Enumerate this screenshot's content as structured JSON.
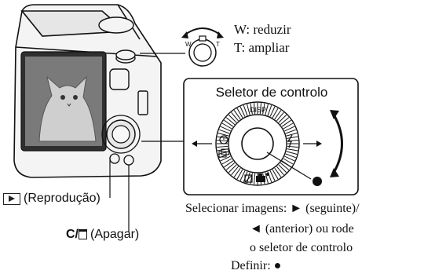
{
  "zoom": {
    "w_label": "W: reduzir",
    "t_label": "T: ampliar",
    "lever_w": "W",
    "lever_t": "T"
  },
  "inset": {
    "title": "Seletor de controlo",
    "disp": "DISP"
  },
  "camera": {
    "playback_label": "(Reprodução)",
    "delete_c": "C/",
    "delete_label": "(Apagar)"
  },
  "instructions": {
    "select_line1": "Selecionar imagens: ► (seguinte)/",
    "select_line2": "◄ (anterior) ou rode",
    "select_line3": "o seletor de controlo",
    "define_label": "Definir: ●"
  },
  "colors": {
    "line": "#111111",
    "camera_body": "#f2f2f2",
    "screen": "#3a3a3a"
  }
}
